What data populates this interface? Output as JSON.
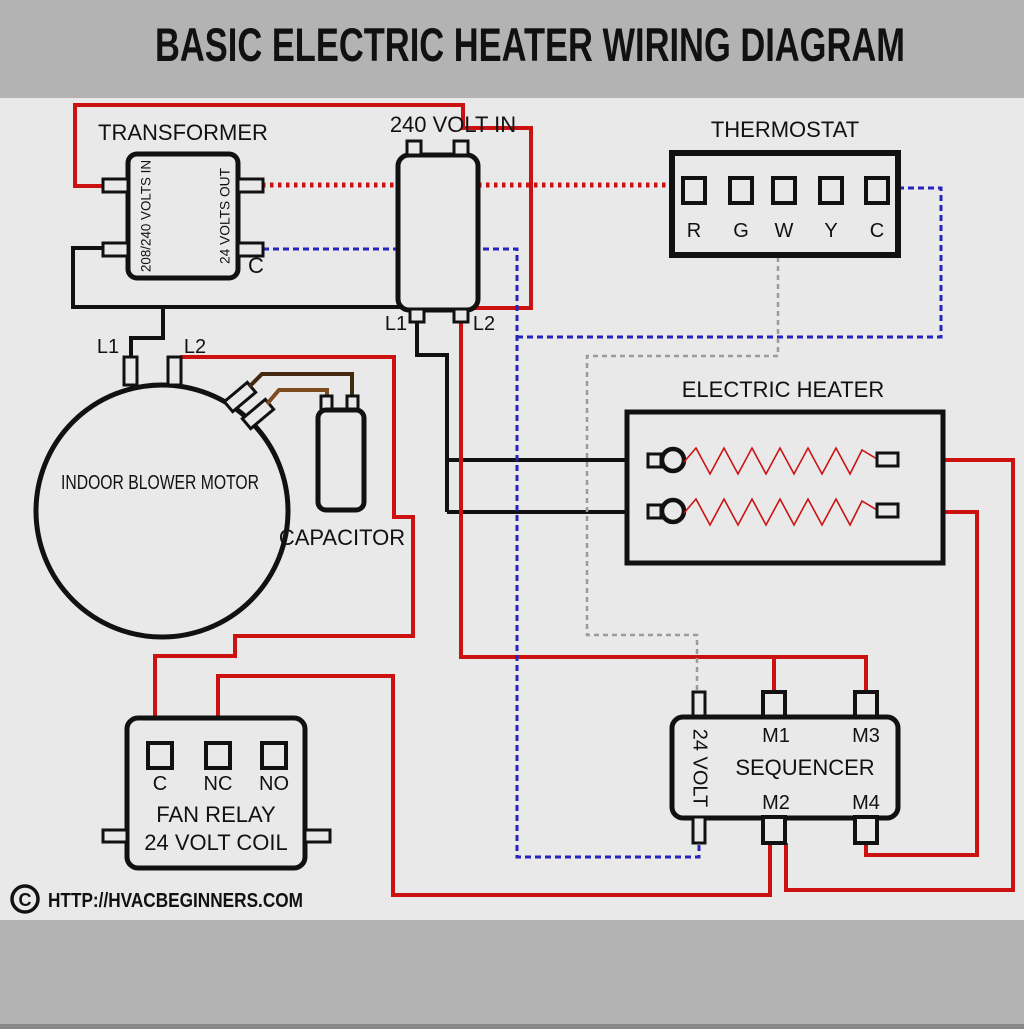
{
  "title": "BASIC ELECTRIC HEATER WIRING DIAGRAM",
  "colors": {
    "bar_gray": "#b3b3b3",
    "content_bg": "#e9e9e9",
    "black": "#111111",
    "red": "#cc1111",
    "blue": "#2525bd",
    "gray_wire": "#9a9a9a",
    "brown_dark": "#42290f",
    "brown_light": "#7d4c1e"
  },
  "transformer": {
    "label": "TRANSFORMER",
    "primary": "208/240 VOLTS IN",
    "secondary": "24 VOLTS OUT",
    "common": "C"
  },
  "volt_in": {
    "label": "240 VOLT IN",
    "l1": "L1",
    "l2": "L2"
  },
  "thermostat": {
    "label": "THERMOSTAT",
    "terminals": [
      "R",
      "G",
      "W",
      "Y",
      "C"
    ]
  },
  "blower": {
    "label": "INDOOR BLOWER MOTOR",
    "l1": "L1",
    "l2": "L2"
  },
  "capacitor": {
    "label": "CAPACITOR"
  },
  "heater": {
    "label": "ELECTRIC HEATER"
  },
  "fan_relay": {
    "terminals": [
      "C",
      "NC",
      "NO"
    ],
    "line1": "FAN RELAY",
    "line2": "24 VOLT COIL"
  },
  "sequencer": {
    "label": "SEQUENCER",
    "coil": "24 VOLT",
    "m1": "M1",
    "m2": "M2",
    "m3": "M3",
    "m4": "M4"
  },
  "copyright": {
    "symbol": "C",
    "text": "HTTP://HVACBEGINNERS.COM"
  }
}
